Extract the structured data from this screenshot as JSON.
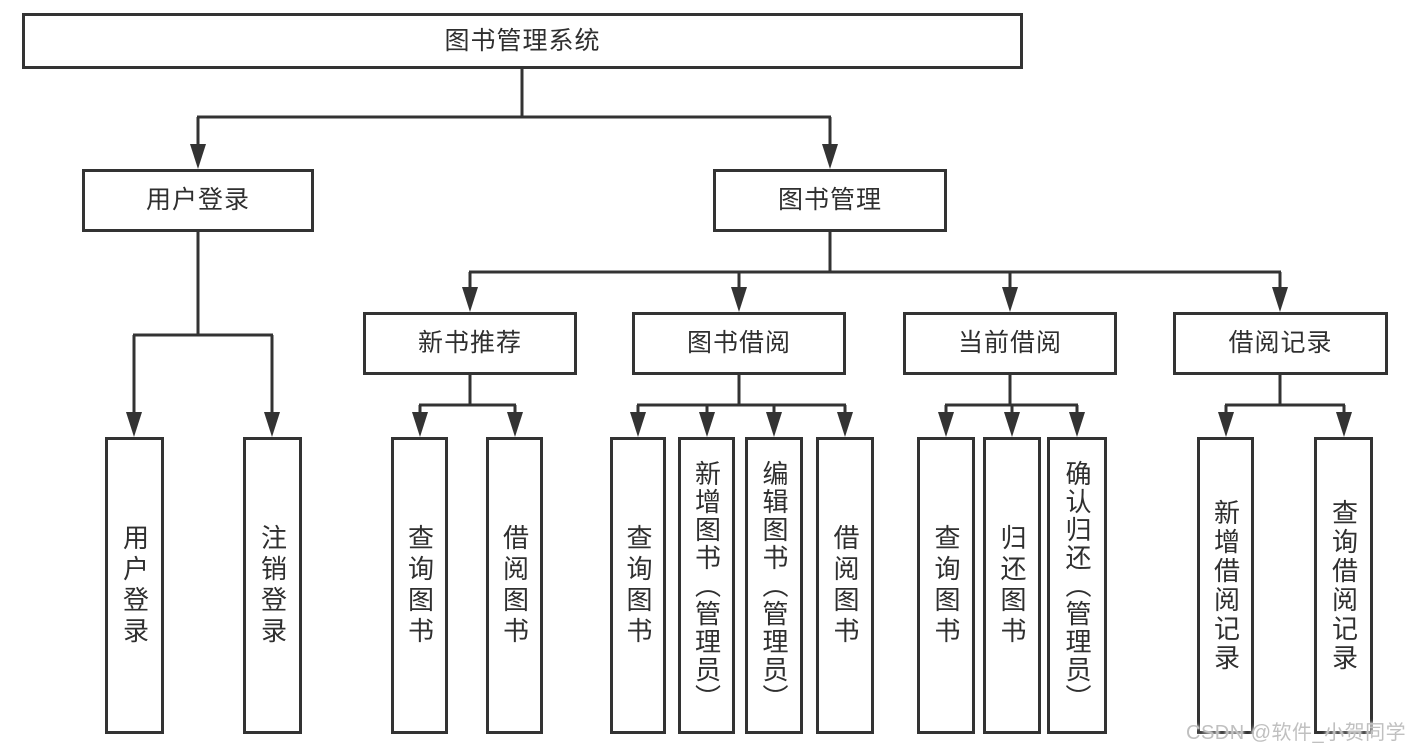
{
  "tree": {
    "label": "图书管理系统",
    "children": [
      {
        "label": "用户登录",
        "children": [
          {
            "label": "用户登录"
          },
          {
            "label": "注销登录"
          }
        ]
      },
      {
        "label": "图书管理",
        "children": [
          {
            "label": "新书推荐",
            "children": [
              {
                "label": "查询图书"
              },
              {
                "label": "借阅图书"
              }
            ]
          },
          {
            "label": "图书借阅",
            "children": [
              {
                "label": "查询图书"
              },
              {
                "label": "新增图书（管理员）"
              },
              {
                "label": "编辑图书（管理员）"
              },
              {
                "label": "借阅图书"
              }
            ]
          },
          {
            "label": "当前借阅",
            "children": [
              {
                "label": "查询图书"
              },
              {
                "label": "归还图书"
              },
              {
                "label": "确认归还（管理员）"
              }
            ]
          },
          {
            "label": "借阅记录",
            "children": [
              {
                "label": "新增借阅记录"
              },
              {
                "label": "查询借阅记录"
              }
            ]
          }
        ]
      }
    ]
  },
  "watermark": "CSDN @软件_小贺同学",
  "colors": {
    "line": "#333333",
    "box_border": "#333333",
    "text": "#2f2f2f",
    "watermark": "#c0c0c0",
    "background": "#ffffff"
  }
}
